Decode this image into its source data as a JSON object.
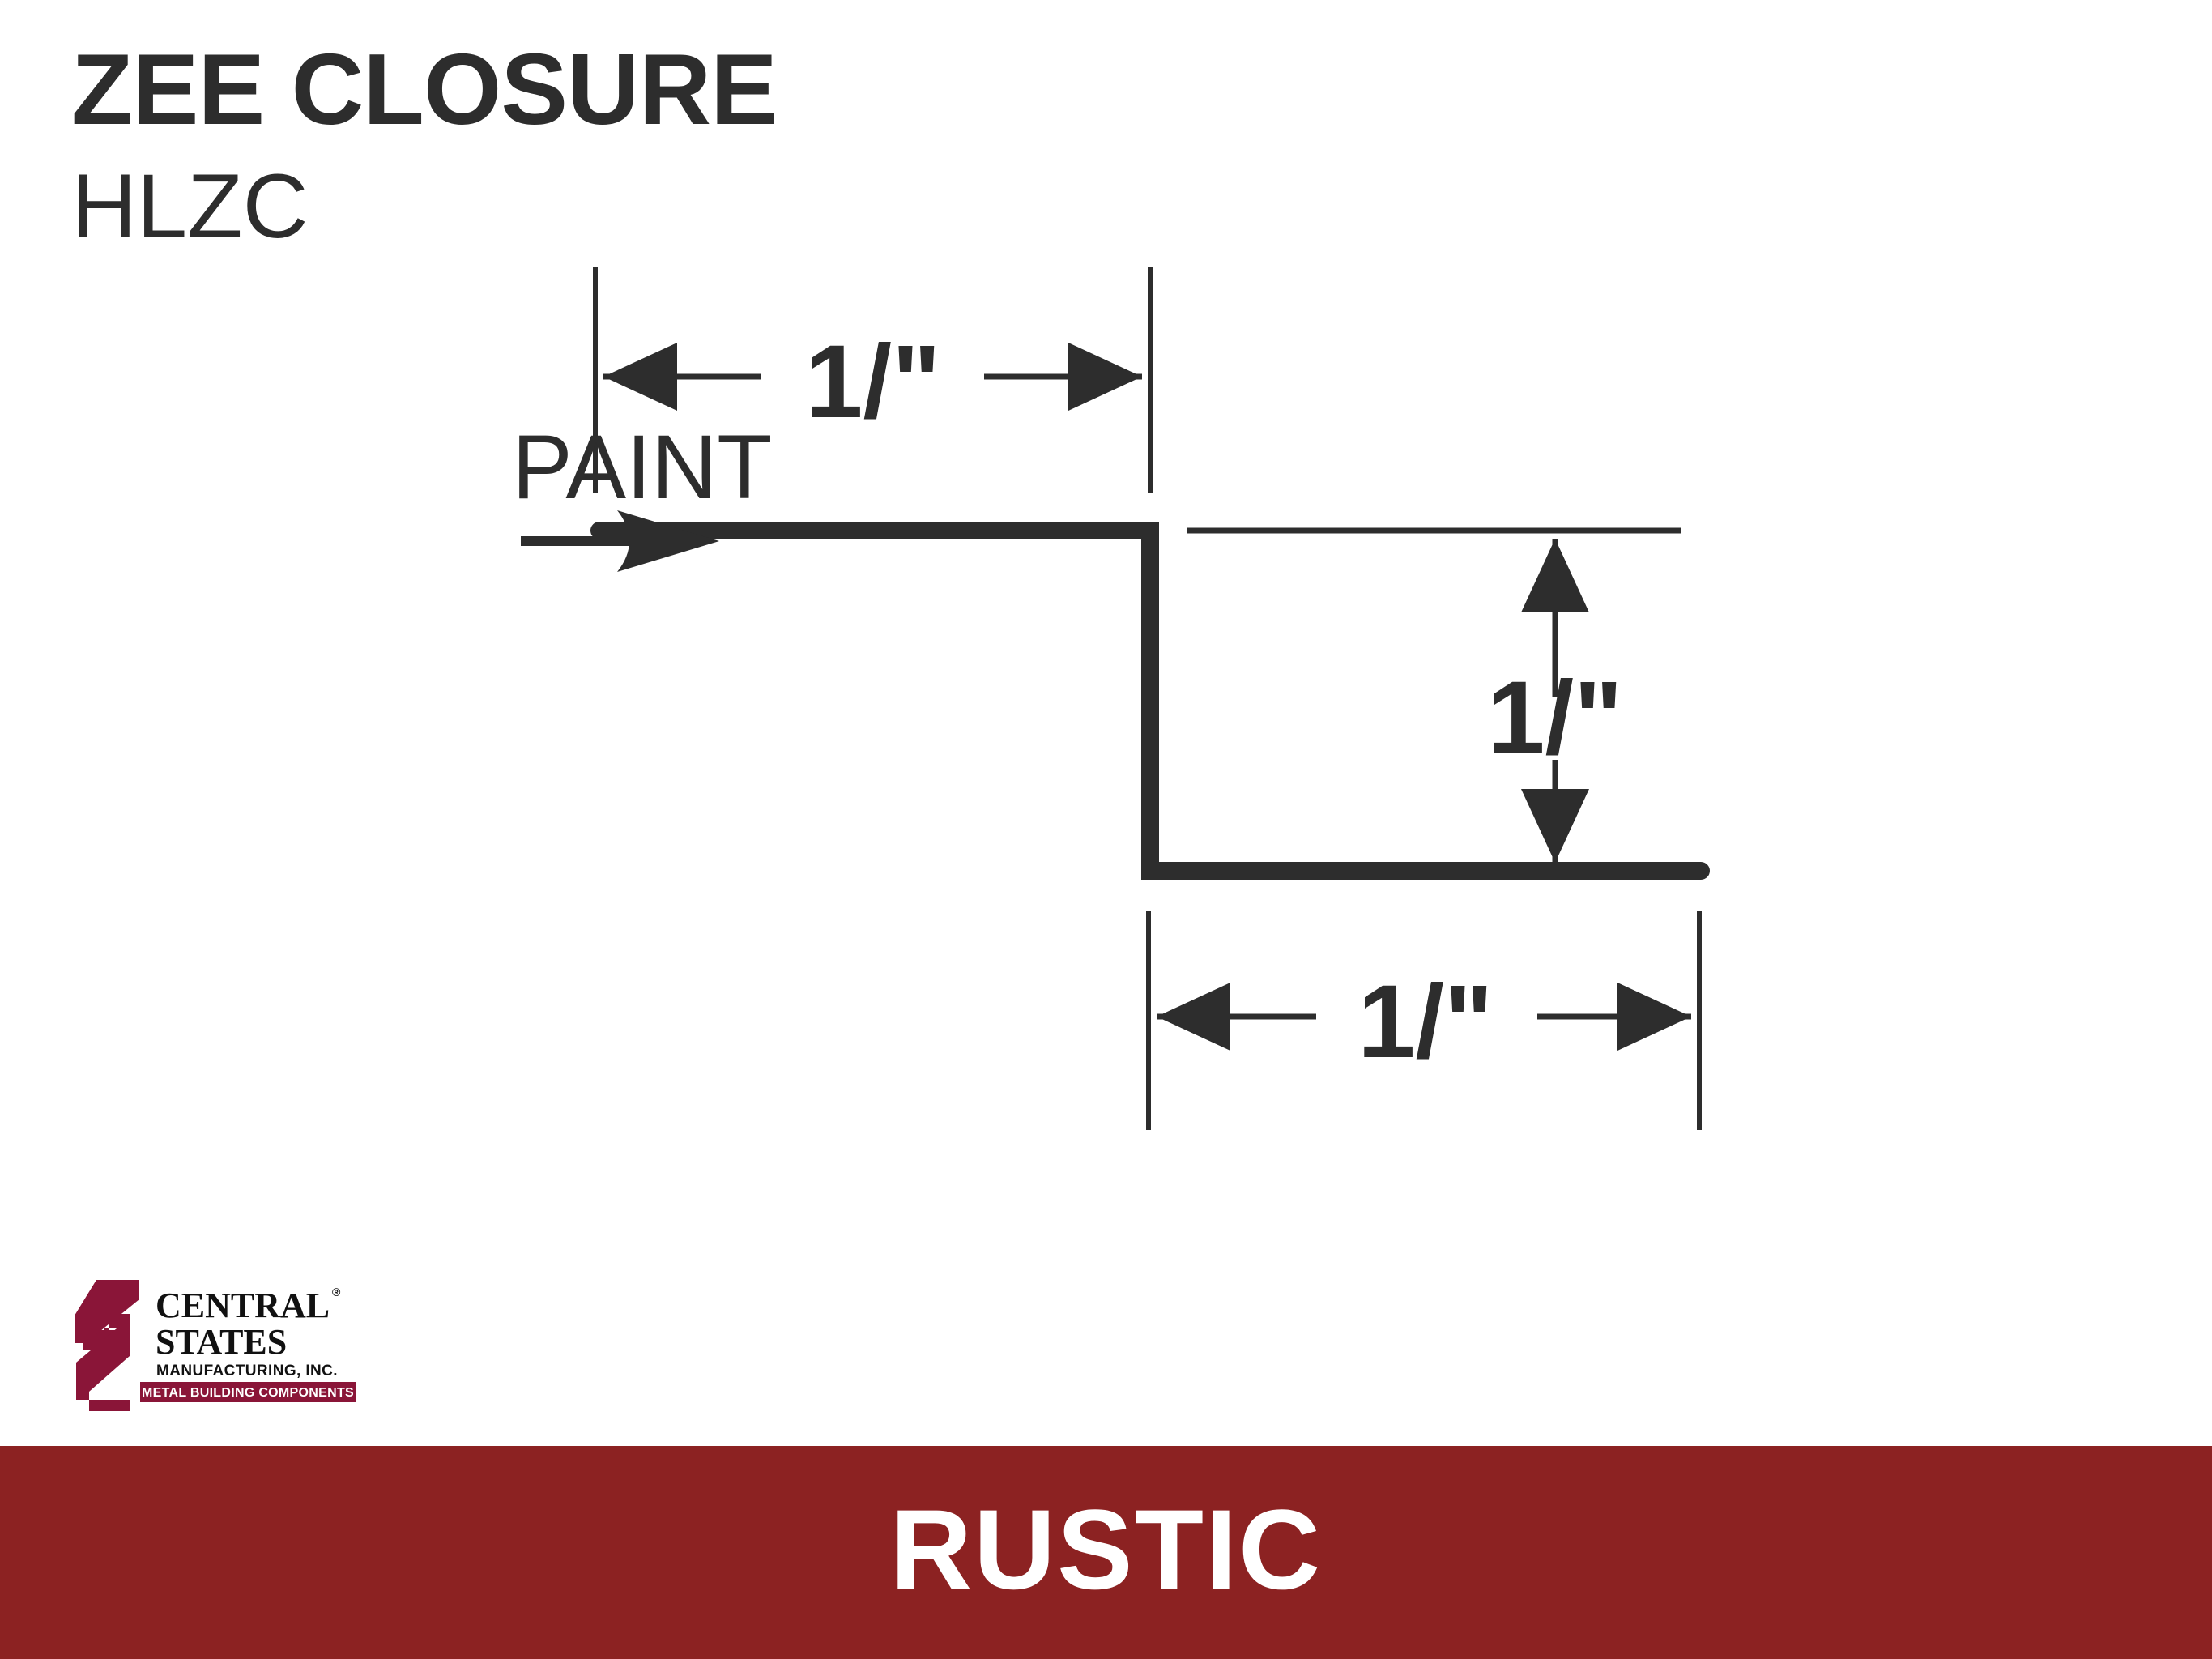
{
  "header": {
    "title": "ZEE CLOSURE",
    "code": "HLZC"
  },
  "drawing": {
    "paint_label": "PAINT",
    "paint_arrow_icon": "right-arrow-icon",
    "profile_icon": "zee-profile-icon",
    "dimensions": {
      "top_flange_width": "1/\"",
      "web_height": "1/\"",
      "bottom_flange_width": "1/\""
    }
  },
  "logo": {
    "mark_icon": "central-states-s-mark-icon",
    "line1": "CENTRAL",
    "line2": "STATES",
    "registered_mark": "®",
    "line3": "MANUFACTURING, INC.",
    "banner": "METAL BUILDING COMPONENTS",
    "mark_color": "#8A1538",
    "text_color": "#111111"
  },
  "footer": {
    "label": "RUSTIC",
    "background_color": "#8C2222",
    "text_color": "#FFFFFF"
  },
  "colors": {
    "line": "#2D2D2D",
    "page_background": "#FFFFFF"
  }
}
